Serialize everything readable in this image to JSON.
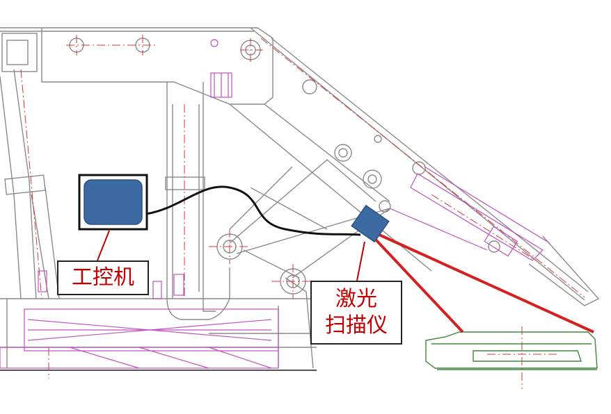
{
  "labels": {
    "ipc": "工控机",
    "laser_line1": "激光",
    "laser_line2": "扫描仪"
  },
  "colors": {
    "frame_line": "#8a8a8a",
    "centerline": "#d23a3a",
    "hydraulic": "#c050c0",
    "ground_part": "#3a8a3a",
    "cable": "#111111",
    "device_fill": "#3c6aa3",
    "laser_beam": "#d42020",
    "label_text": "#c00000"
  }
}
